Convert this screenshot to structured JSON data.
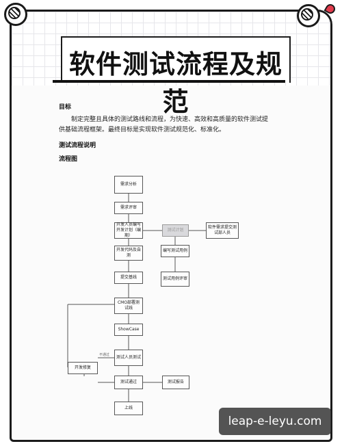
{
  "document": {
    "title": "软件测试流程及规范",
    "goal_heading": "目标",
    "goal_text_line1": "制定完整且具体的测试路线和流程，为快速、高效和高质量的软件测试提",
    "goal_text_line2": "供基础流程框架。最终目标是实现软件测试规范化、标准化。",
    "process_heading": "测试流程说明",
    "flow_heading": "流程图"
  },
  "flowchart": {
    "main": [
      "需求分析",
      "需求评审",
      "开发人员编写开发计划（编期）",
      "开发代码及自测",
      "提交基线",
      "CMO部署测试线",
      "ShowCase",
      "测试人员测试",
      "测试通过",
      "上线"
    ],
    "side_left": "开发修复",
    "side_right_top": "测试计划",
    "side_right_mid1": "编写测试用例",
    "side_right_mid2": "测试用例评审",
    "side_far_right": "软件需求提交测试部人员",
    "report": "测试报告",
    "edge_label_fail": "不通过"
  },
  "watermark": "leap-e-leyu.com"
}
